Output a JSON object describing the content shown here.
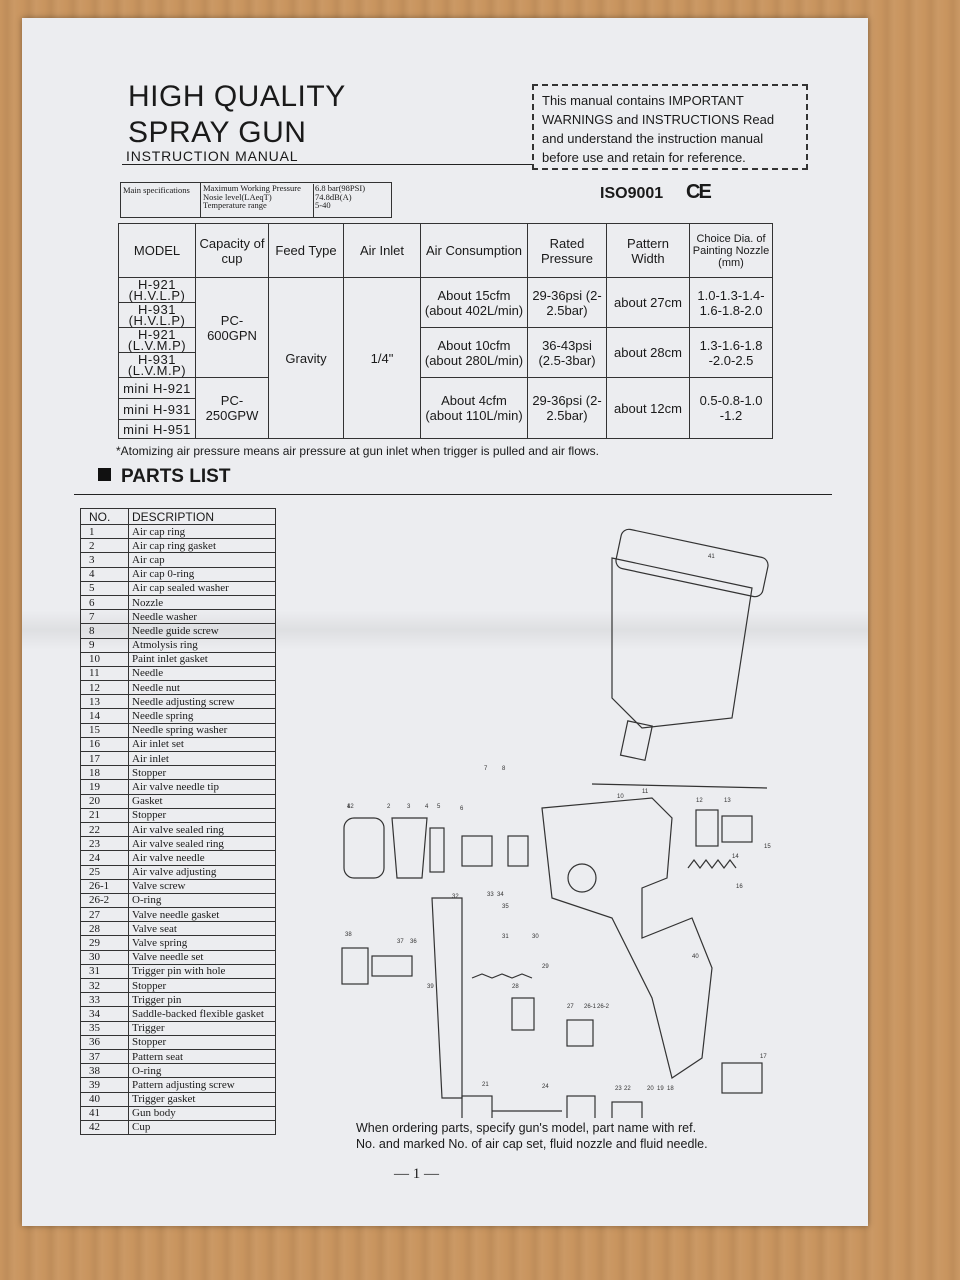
{
  "title": {
    "line1": "HIGH QUALITY",
    "line2": "SPRAY GUN",
    "line3": "INSTRUCTION  MANUAL"
  },
  "warning": {
    "line1": "This manual contains IMPORTANT",
    "line2": "WARNINGS and INSTRUCTIONS Read",
    "line3": "and  understand  the instruction manual",
    "line4": "before use  and   retain for reference."
  },
  "specs": {
    "label": "Main specifications",
    "rows": [
      {
        "name": "Maximum Working Pressure",
        "value": "6.8 bar(98PSI)"
      },
      {
        "name": "Nosie level(LAeqT)",
        "value": "74.8dB(A)"
      },
      {
        "name": "Temperature range",
        "value": "5-40"
      }
    ]
  },
  "certifications": {
    "iso": "ISO9001",
    "ce": "CE"
  },
  "model_table": {
    "headers": {
      "model": "MODEL",
      "capacity": "Capacity of cup",
      "feed": "Feed Type",
      "inlet": "Air Inlet",
      "consumption": "Air Consumption",
      "pressure": "Rated Pressure",
      "pattern": "Pattern Width",
      "nozzle": "Choice Dia. of Painting Nozzle  (mm)"
    },
    "models": [
      "H-921 (H.V.L.P)",
      "H-931 (H.V.L.P)",
      "H-921 (L.V.M.P)",
      "H-931 (L.V.M.P)",
      "mini H-921",
      "mini H-931",
      "mini H-951"
    ],
    "cup_large": "PC-600GPN",
    "cup_small": "PC-250GPW",
    "feed": "Gravity",
    "inlet": "1/4\"",
    "groups": [
      {
        "consumption": "About 15cfm (about 402L/min)",
        "pressure": "29-36psi (2-2.5bar)",
        "pattern": "about  27cm",
        "nozzle": "1.0-1.3-1.4- 1.6-1.8-2.0"
      },
      {
        "consumption": "About 10cfm (about 280L/min)",
        "pressure": "36-43psi (2.5-3bar)",
        "pattern": "about  28cm",
        "nozzle": "1.3-1.6-1.8 -2.0-2.5"
      },
      {
        "consumption": "About 4cfm (about 110L/min)",
        "pressure": "29-36psi (2-2.5bar)",
        "pattern": "about  12cm",
        "nozzle": "0.5-0.8-1.0 -1.2"
      }
    ]
  },
  "atomizing_note": "*Atomizing air pressure means air pressure at gun inlet when trigger is pulled and air flows.",
  "parts_list": {
    "heading": "PARTS LIST",
    "col_no": "NO.",
    "col_desc": "DESCRIPTION",
    "items": [
      {
        "no": "1",
        "desc": "Air cap ring"
      },
      {
        "no": "2",
        "desc": "Air cap ring gasket"
      },
      {
        "no": "3",
        "desc": "Air cap"
      },
      {
        "no": "4",
        "desc": "Air cap 0-ring"
      },
      {
        "no": "5",
        "desc": "Air cap sealed washer"
      },
      {
        "no": "6",
        "desc": "Nozzle"
      },
      {
        "no": "7",
        "desc": "Needle washer"
      },
      {
        "no": "8",
        "desc": "Needle guide screw"
      },
      {
        "no": "9",
        "desc": "Atmolysis ring"
      },
      {
        "no": "10",
        "desc": "Paint inlet gasket"
      },
      {
        "no": "11",
        "desc": "Needle"
      },
      {
        "no": "12",
        "desc": "Needle nut"
      },
      {
        "no": "13",
        "desc": "Needle adjusting screw"
      },
      {
        "no": "14",
        "desc": "Needle spring"
      },
      {
        "no": "15",
        "desc": "Needle spring washer"
      },
      {
        "no": "16",
        "desc": "Air inlet set"
      },
      {
        "no": "17",
        "desc": "Air inlet"
      },
      {
        "no": "18",
        "desc": "Stopper"
      },
      {
        "no": "19",
        "desc": "Air valve needle tip"
      },
      {
        "no": "20",
        "desc": "Gasket"
      },
      {
        "no": "21",
        "desc": "Stopper"
      },
      {
        "no": "22",
        "desc": "Air valve sealed ring"
      },
      {
        "no": "23",
        "desc": "Air valve sealed ring"
      },
      {
        "no": "24",
        "desc": "Air valve needle"
      },
      {
        "no": "25",
        "desc": "Air valve adjusting"
      },
      {
        "no": "26-1",
        "desc": "Valve screw"
      },
      {
        "no": "26-2",
        "desc": "O-ring"
      },
      {
        "no": "27",
        "desc": "Valve needle gasket"
      },
      {
        "no": "28",
        "desc": "Valve seat"
      },
      {
        "no": "29",
        "desc": "Valve spring"
      },
      {
        "no": "30",
        "desc": "Valve needle set"
      },
      {
        "no": "31",
        "desc": "Trigger pin with hole"
      },
      {
        "no": "32",
        "desc": "Stopper"
      },
      {
        "no": "33",
        "desc": "Trigger pin"
      },
      {
        "no": "34",
        "desc": "Saddle-backed flexible gasket"
      },
      {
        "no": "35",
        "desc": "Trigger"
      },
      {
        "no": "36",
        "desc": "Stopper"
      },
      {
        "no": "37",
        "desc": "Pattern seat"
      },
      {
        "no": "38",
        "desc": "O-ring"
      },
      {
        "no": "39",
        "desc": "Pattern adjusting screw"
      },
      {
        "no": "40",
        "desc": "Trigger gasket"
      },
      {
        "no": "41",
        "desc": "Gun body"
      },
      {
        "no": "42",
        "desc": "Cup"
      }
    ]
  },
  "diagram_labels": [
    "1",
    "2",
    "3",
    "4",
    "5",
    "6",
    "7",
    "8",
    "10",
    "11",
    "12",
    "13",
    "14",
    "15",
    "16",
    "17",
    "18",
    "19",
    "20",
    "21",
    "22",
    "23",
    "24",
    "26-1",
    "26-2",
    "27",
    "28",
    "29",
    "30",
    "31",
    "32",
    "33",
    "34",
    "35",
    "36",
    "37",
    "38",
    "39",
    "40",
    "41",
    "42"
  ],
  "order_note": {
    "line1": "When ordering parts, specify gun's model, part name with ref.",
    "line2": "No. and marked No. of air cap set, fluid nozzle and fluid needle."
  },
  "page_number": "— 1 —"
}
